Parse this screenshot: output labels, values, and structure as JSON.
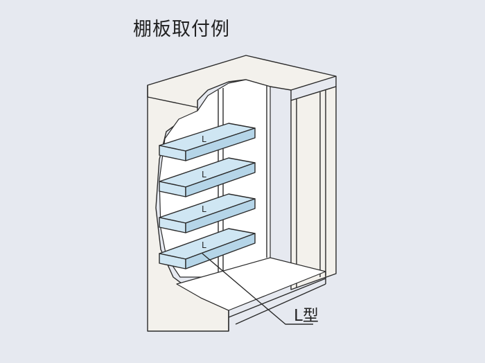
{
  "title": "棚板取付例",
  "shelves": [
    {
      "label": "L"
    },
    {
      "label": "L"
    },
    {
      "label": "L"
    },
    {
      "label": "L"
    }
  ],
  "callout": {
    "label": "L型"
  },
  "colors": {
    "background": "#e6e9f0",
    "shelf": "#cfe6f3",
    "wall": "#f3f1ec"
  }
}
